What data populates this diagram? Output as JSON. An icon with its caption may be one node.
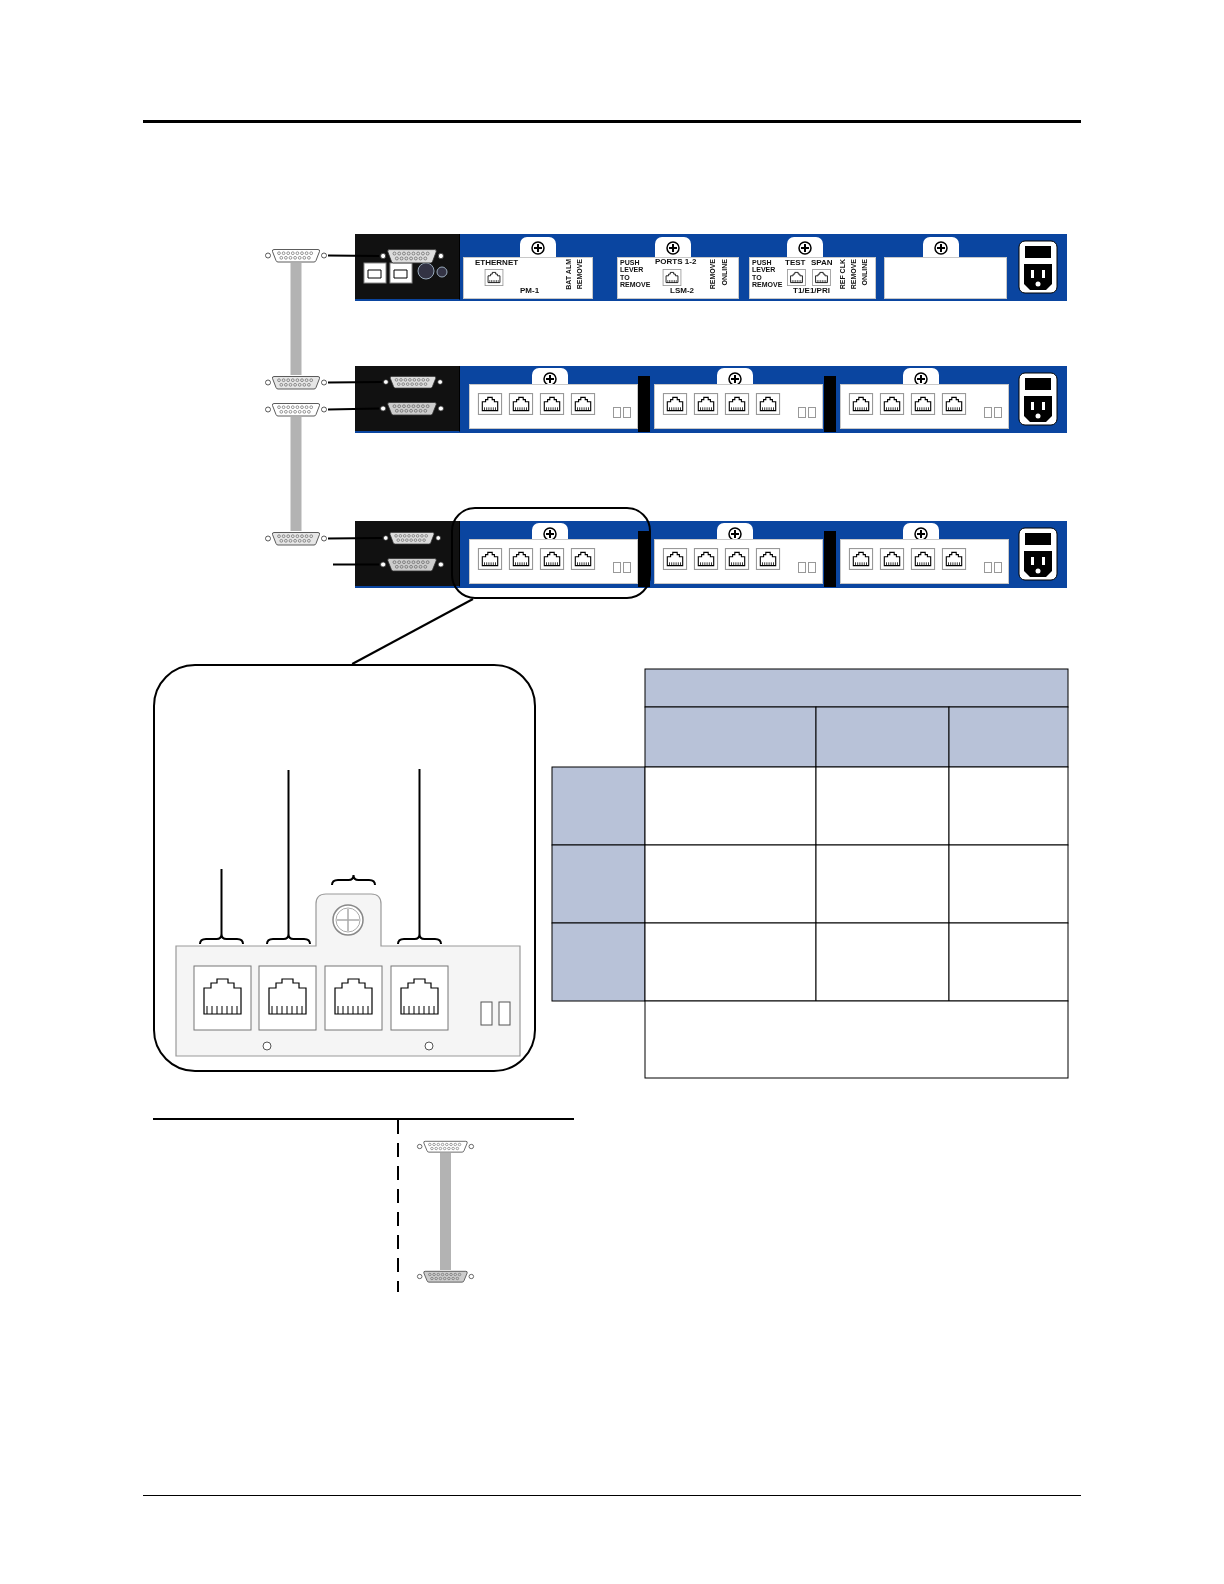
{
  "diagram": {
    "nodes": [
      {
        "text": [],
        "shape": "box"
      },
      {
        "text": [],
        "shape": "box"
      },
      {
        "text": [],
        "shape": "connector"
      },
      {
        "text": [],
        "shape": "connector"
      },
      {
        "text": [],
        "shape": "connector"
      },
      {
        "text": [],
        "shape": "connector"
      },
      {
        "text": [],
        "shape": "connector"
      },
      {
        "text": [],
        "shape": "connector"
      },
      {
        "text": [],
        "shape": "connector"
      },
      {
        "text": [],
        "shape": "connector"
      },
      {
        "text": [],
        "shape": "connector"
      },
      {
        "text": [],
        "shape": "connector"
      },
      {
        "text": [],
        "shape": "connector"
      }
    ],
    "edges": [
      {
        "from": 0,
        "to": 1,
        "arrow": "none"
      },
      {
        "from": 2,
        "to": 6,
        "arrow": "none"
      },
      {
        "from": 3,
        "to": 7,
        "arrow": "none"
      },
      {
        "from": 4,
        "to": 8,
        "arrow": "none"
      },
      {
        "from": 5,
        "to": 9,
        "arrow": "none"
      },
      {
        "from": null,
        "to": 10,
        "arrow": "none"
      },
      {
        "from": 2,
        "to": 3,
        "arrow": "none",
        "style": "thick",
        "color": "#b3b3b3"
      },
      {
        "from": 4,
        "to": 5,
        "arrow": "none",
        "style": "thick",
        "color": "#b3b3b3"
      },
      {
        "from": 11,
        "to": 12,
        "arrow": "none",
        "style": "thick",
        "color": "#b3b3b3"
      }
    ],
    "labels": [
      "ETHERNET",
      "BAT ALM",
      "REMOVE",
      "PM-1",
      "PUSH LEVER TO REMOVE",
      "PORTS 1-2",
      "REMOVE",
      "ONLINE",
      "LSM-2",
      "PUSH LEVER TO REMOVE",
      "TEST",
      "SPAN",
      "REF CLK",
      "REMOVE",
      "ONLINE",
      "T1/E1/PRI"
    ]
  }
}
